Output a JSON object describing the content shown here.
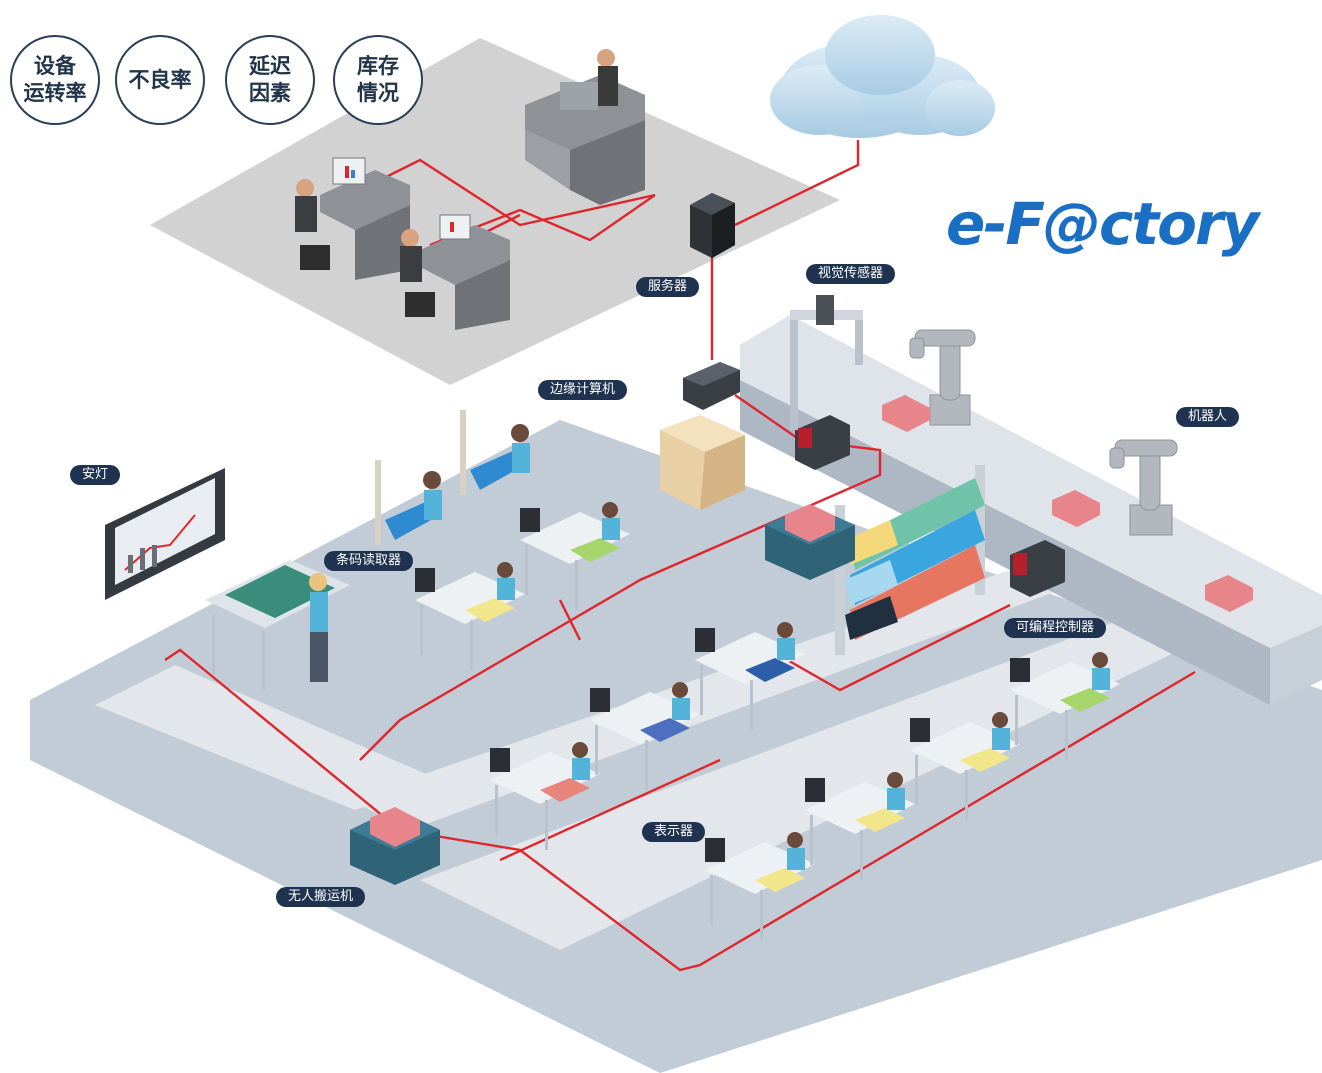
{
  "kpi_badges": [
    {
      "line1": "设备",
      "line2": "运转率"
    },
    {
      "line1": "不良率",
      "line2": ""
    },
    {
      "line1": "延迟",
      "line2": "因素"
    },
    {
      "line1": "库存",
      "line2": "情况"
    }
  ],
  "logo": {
    "text": "e-F@ctory",
    "color": "#1a6fc4"
  },
  "labels": {
    "server": "服务器",
    "edge": "边缘计算机",
    "vision": "视觉传感器",
    "robot": "机器人",
    "andon": "安灯",
    "barcode": "条码读取器",
    "plc": "可编程控制器",
    "display": "表示器",
    "agv": "无人搬运机"
  },
  "colors": {
    "network": "#e0262d",
    "floor": "#c2ccd6",
    "office_floor": "#d2d2d2",
    "cloud": "#b9d7ea",
    "label_bg": "#1f3350",
    "worker_shirt": "#53b3d8"
  }
}
